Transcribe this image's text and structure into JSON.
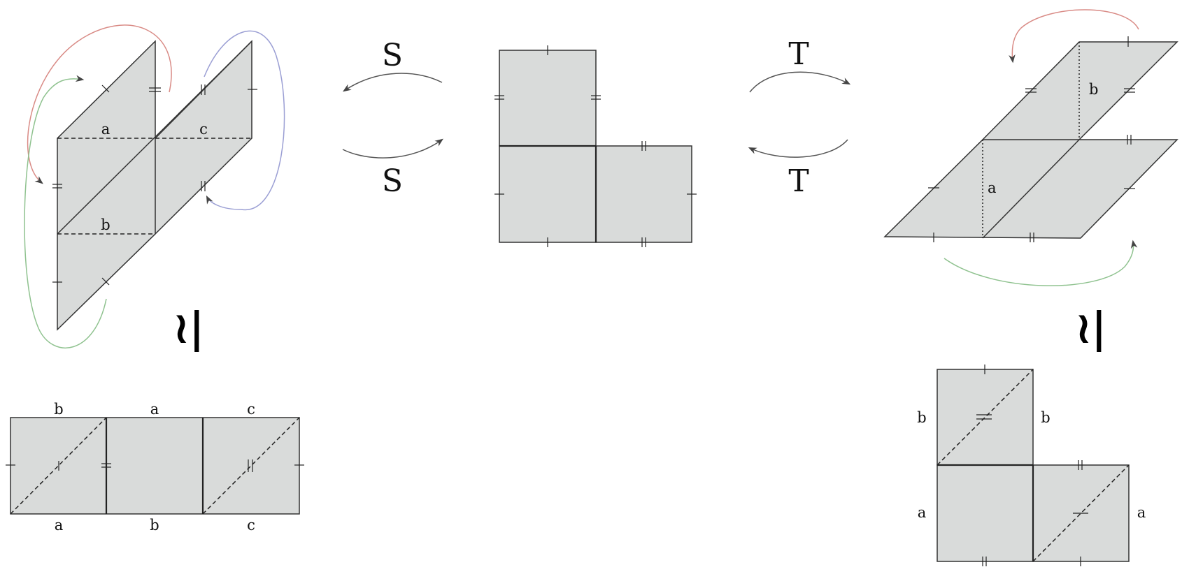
{
  "operators": {
    "s_top": "S",
    "s_bottom": "S",
    "t_top": "T",
    "t_bottom": "T"
  },
  "iso_symbol": "≀|",
  "left_solid": {
    "labels": [
      "a",
      "c",
      "b"
    ]
  },
  "right_solid": {
    "labels": [
      "b",
      "a"
    ]
  },
  "bottom_left_net": {
    "top_labels": [
      "b",
      "a",
      "c"
    ],
    "bottom_labels": [
      "a",
      "b",
      "c"
    ]
  },
  "bottom_right_net": {
    "left_labels": [
      "b",
      "a"
    ],
    "right_labels": [
      "b",
      "a"
    ]
  },
  "colors": {
    "face_fill": "#d9dbda",
    "arrow_red": "#d98b86",
    "arrow_blue": "#9b9fd4",
    "arrow_green": "#8fc28f",
    "arrow_gray": "#555555"
  }
}
